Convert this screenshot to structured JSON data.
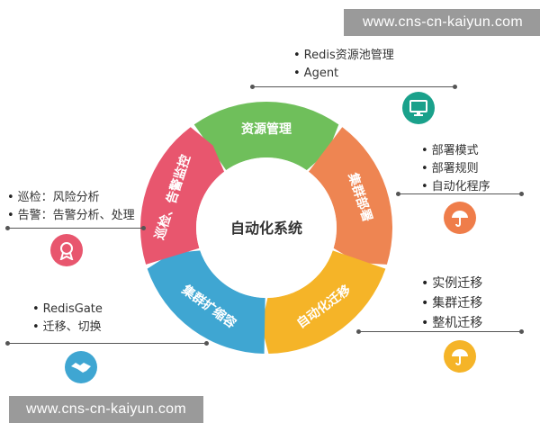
{
  "watermark_top": "www.cns-cn-kaiyun.com",
  "watermark_bottom": "www.cns-cn-kaiyun.com",
  "center": "自动化系统",
  "segments": [
    {
      "label": "资源管理",
      "color": "#6fbf5b"
    },
    {
      "label": "集群部署",
      "color": "#ee8552"
    },
    {
      "label": "自动化迁移",
      "color": "#f5b428"
    },
    {
      "label": "集群扩缩容",
      "color": "#3fa6d2"
    },
    {
      "label": "巡检、告警监控",
      "color": "#e8566e"
    }
  ],
  "groups": {
    "resource": {
      "items": [
        "Redis资源池管理",
        "Agent"
      ],
      "icon": "monitor-icon",
      "color": "#1aa18b"
    },
    "deploy": {
      "items": [
        "部署模式",
        "部署规则",
        "自动化程序"
      ],
      "icon": "umbrella-icon",
      "color": "#ef7d4a"
    },
    "migrate": {
      "items": [
        "实例迁移",
        "集群迁移",
        "整机迁移"
      ],
      "icon": "umbrella-icon",
      "color": "#f5b428"
    },
    "inspect": {
      "items": [
        "巡检：风险分析",
        "告警：告警分析、处理"
      ],
      "icon": "award-ribbon-icon",
      "color": "#e8566e"
    },
    "scale": {
      "items": [
        "RedisGate",
        "迁移、切换"
      ],
      "icon": "handshake-icon",
      "color": "#3fa6d2"
    }
  }
}
